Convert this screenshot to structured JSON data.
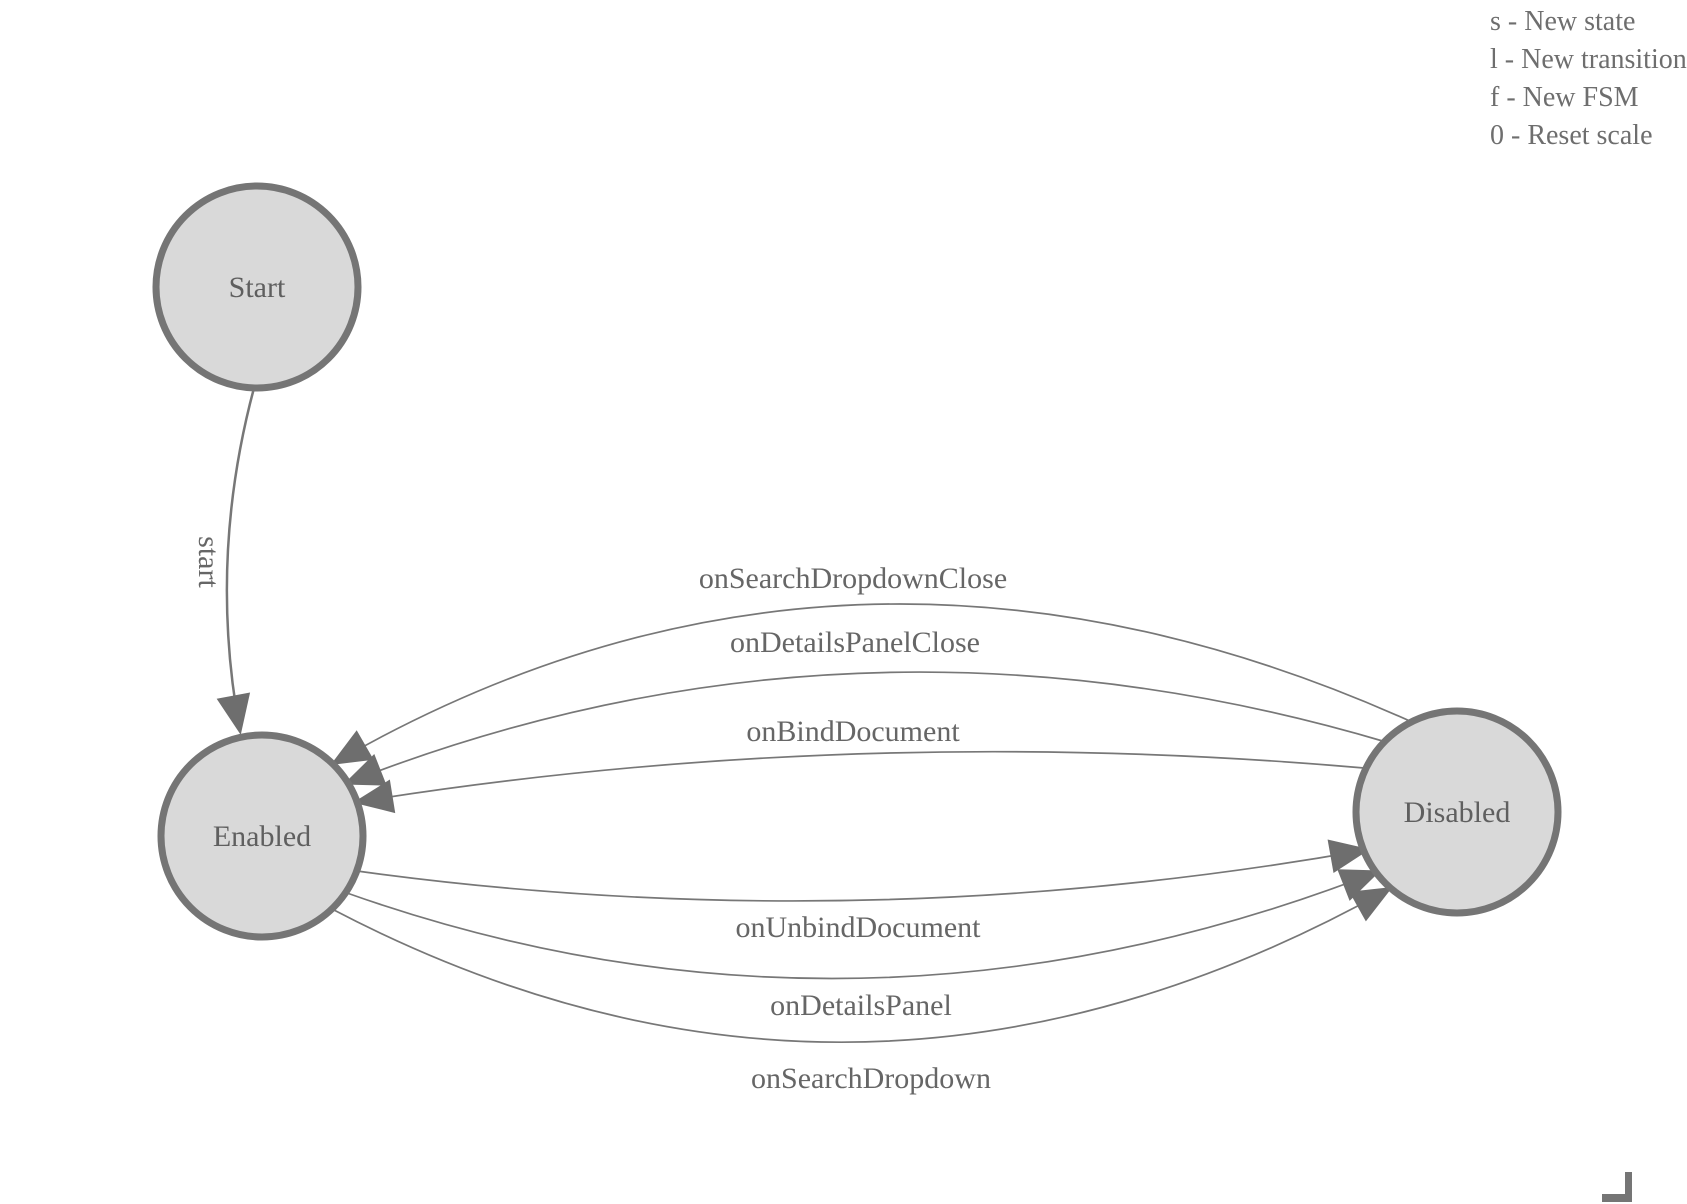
{
  "app": {
    "description": "Finite state machine diagram canvas",
    "colors": {
      "background": "#ffffff",
      "node_fill": "#d9d9d9",
      "node_stroke": "#757575",
      "edge_stroke": "#777777",
      "arrowhead_fill": "#6e6e6e",
      "label_text": "#616161",
      "legend_text": "#6e6e6e",
      "corner_mark": "#757575"
    }
  },
  "diagram": {
    "states": [
      {
        "id": "start",
        "label": "Start"
      },
      {
        "id": "enabled",
        "label": "Enabled"
      },
      {
        "id": "disabled",
        "label": "Disabled"
      }
    ],
    "transitions": [
      {
        "label": "start",
        "from": "Start",
        "to": "Enabled"
      },
      {
        "label": "onSearchDropdownClose",
        "from": "Disabled",
        "to": "Enabled"
      },
      {
        "label": "onDetailsPanelClose",
        "from": "Disabled",
        "to": "Enabled"
      },
      {
        "label": "onBindDocument",
        "from": "Disabled",
        "to": "Enabled"
      },
      {
        "label": "onUnbindDocument",
        "from": "Enabled",
        "to": "Disabled"
      },
      {
        "label": "onDetailsPanel",
        "from": "Enabled",
        "to": "Disabled"
      },
      {
        "label": "onSearchDropdown",
        "from": "Enabled",
        "to": "Disabled"
      }
    ]
  },
  "legend": {
    "lines": [
      "s - New state",
      "l - New transition",
      "f - New FSM",
      "0 - Reset scale"
    ]
  }
}
